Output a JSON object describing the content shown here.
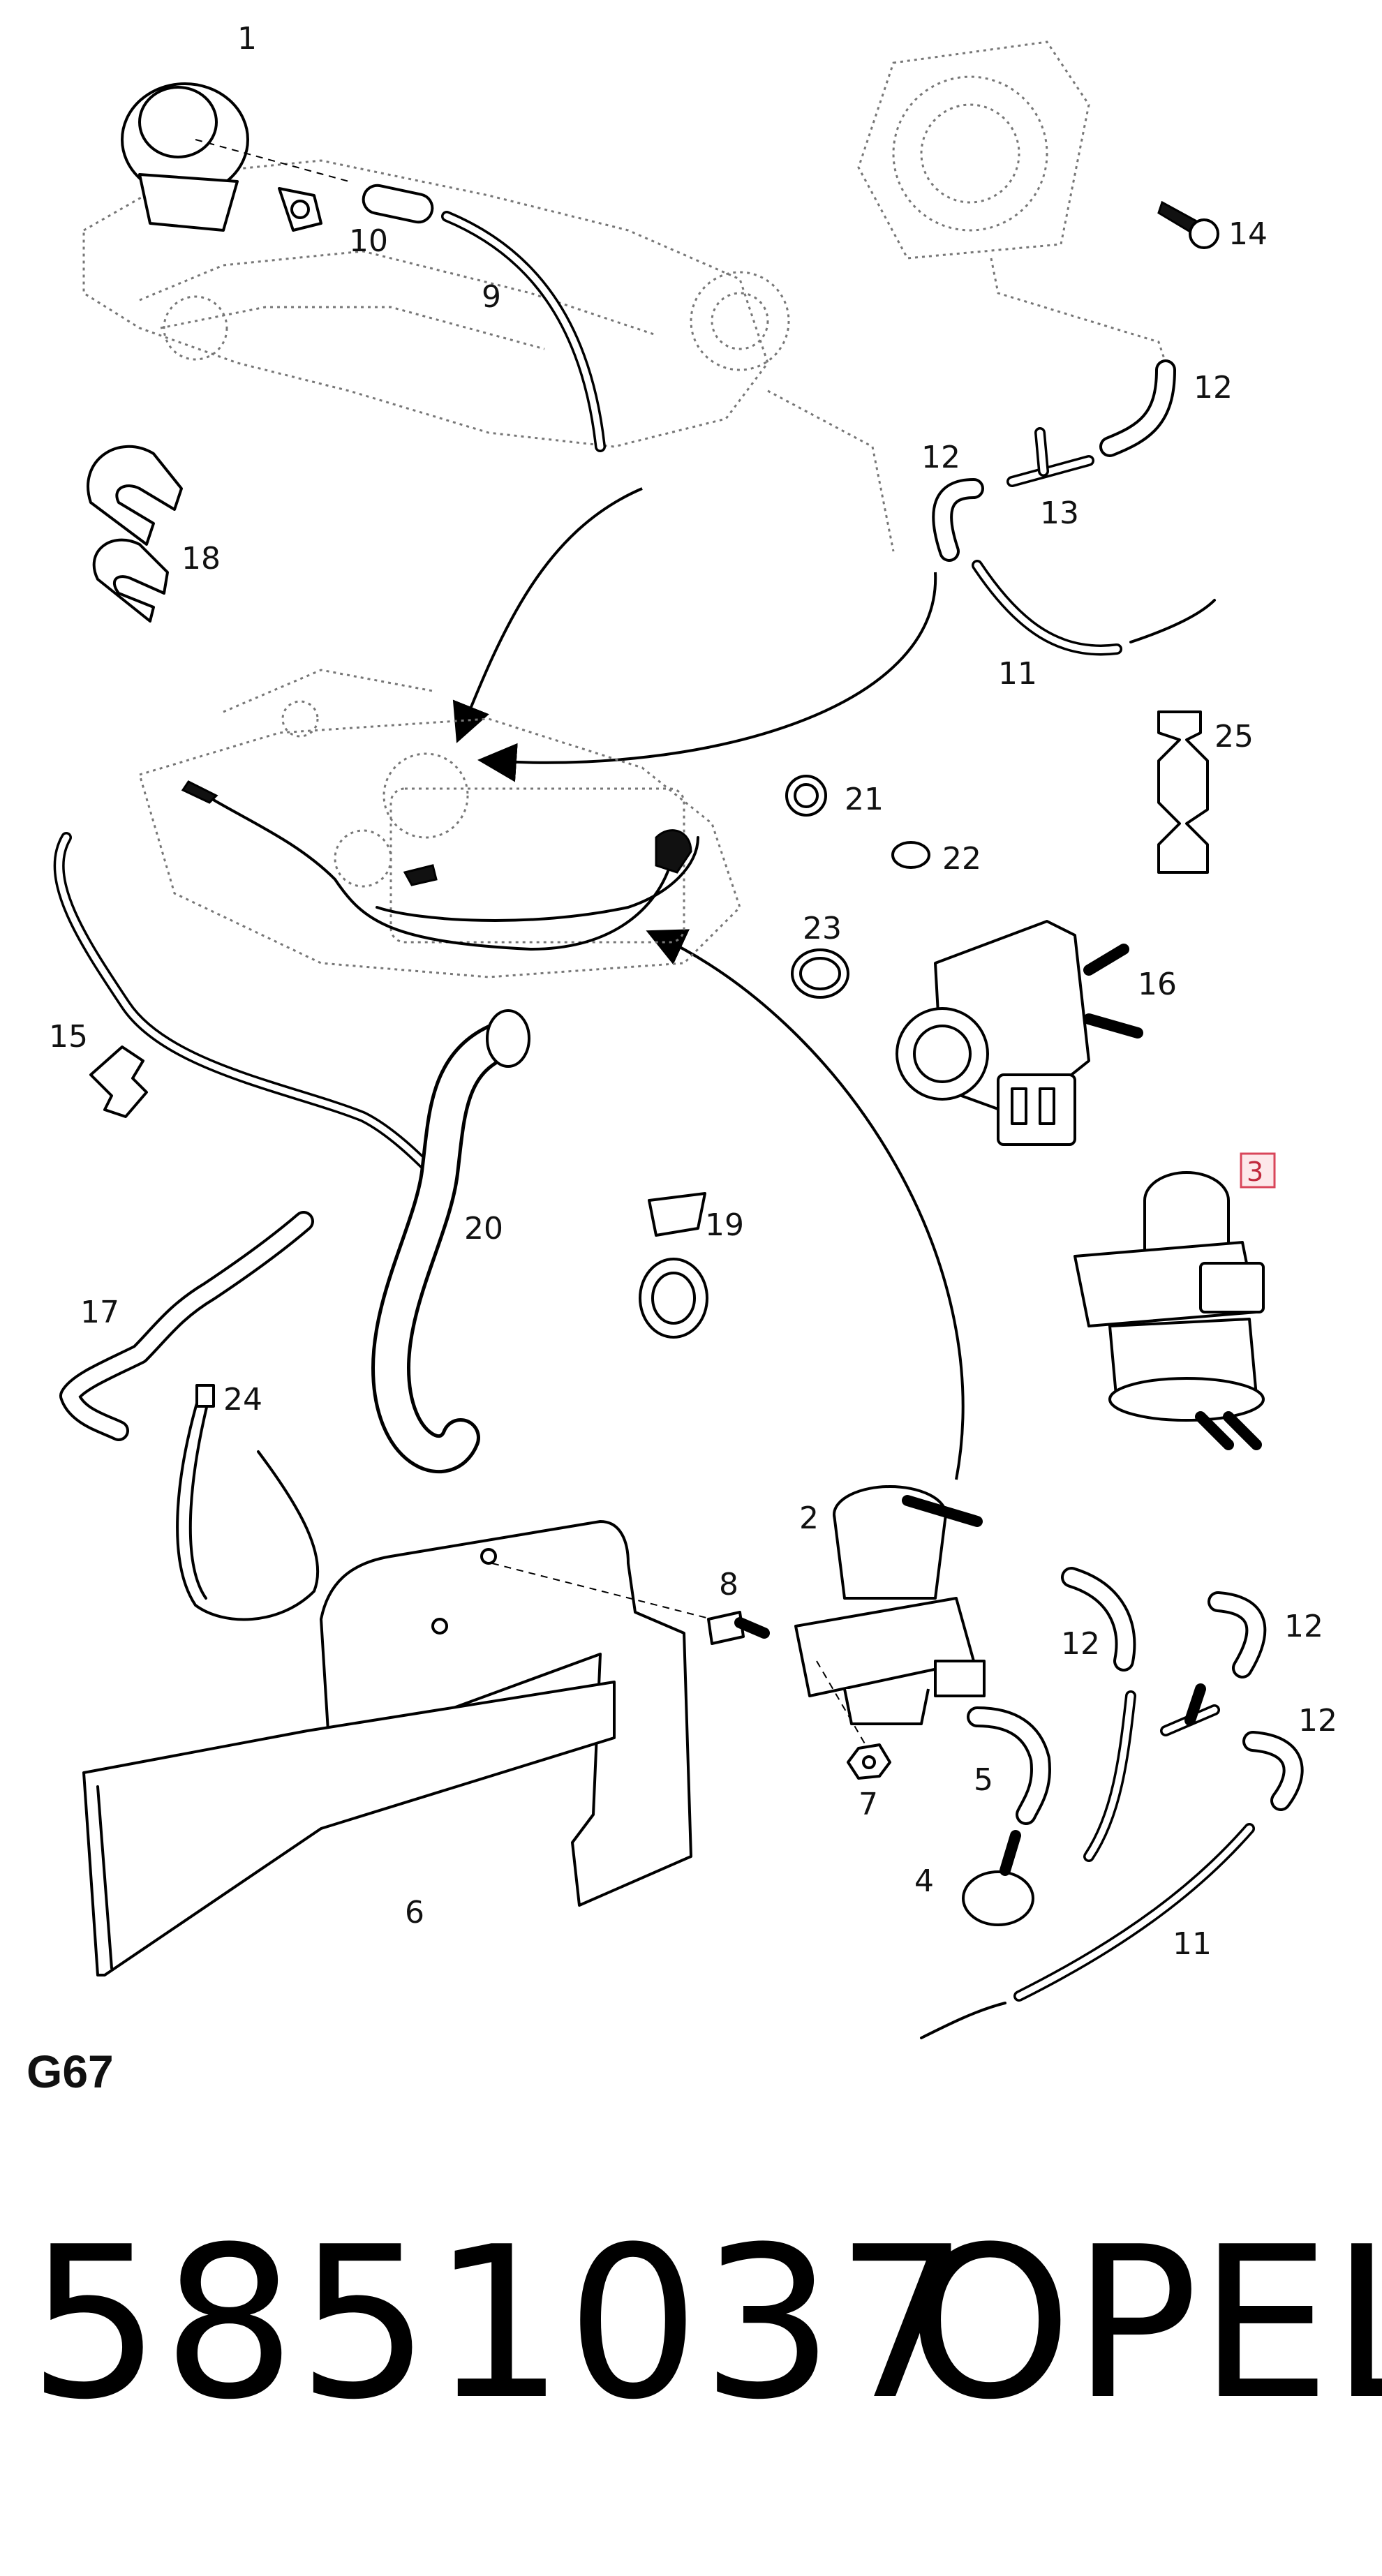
{
  "diagram": {
    "code": "G67",
    "callouts": [
      "1",
      "10",
      "9",
      "14",
      "12",
      "12",
      "13",
      "18",
      "11",
      "25",
      "21",
      "22",
      "23",
      "16",
      "15",
      "3",
      "20",
      "19",
      "17",
      "24",
      "2",
      "8",
      "12",
      "12",
      "12",
      "5",
      "7",
      "4",
      "6",
      "11"
    ]
  },
  "footer": {
    "part_number": "5851037",
    "brand": "OPEL"
  }
}
